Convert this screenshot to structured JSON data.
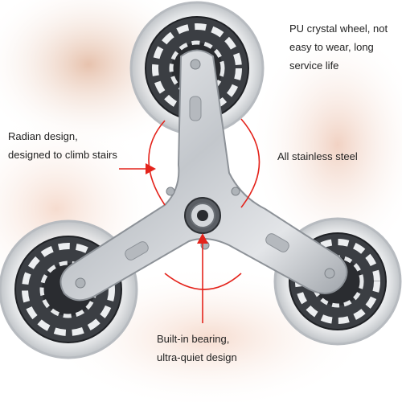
{
  "labels": {
    "radian": {
      "line1": "Radian design,",
      "line2": "designed to climb stairs"
    },
    "pu_wheel": {
      "line1": "PU crystal wheel, not",
      "line2": "easy to wear, long",
      "line3": "service life"
    },
    "steel": {
      "line1": "All stainless steel"
    },
    "bearing": {
      "line1": "Built-in bearing,",
      "line2": "ultra-quiet design"
    }
  },
  "colors": {
    "arrow": "#e4231b",
    "steel": "#c9ccd0",
    "wheel_rim": "#d9dcdf",
    "wheel_hub": "#2a2c30",
    "background_tint": "#f2dcd3"
  }
}
